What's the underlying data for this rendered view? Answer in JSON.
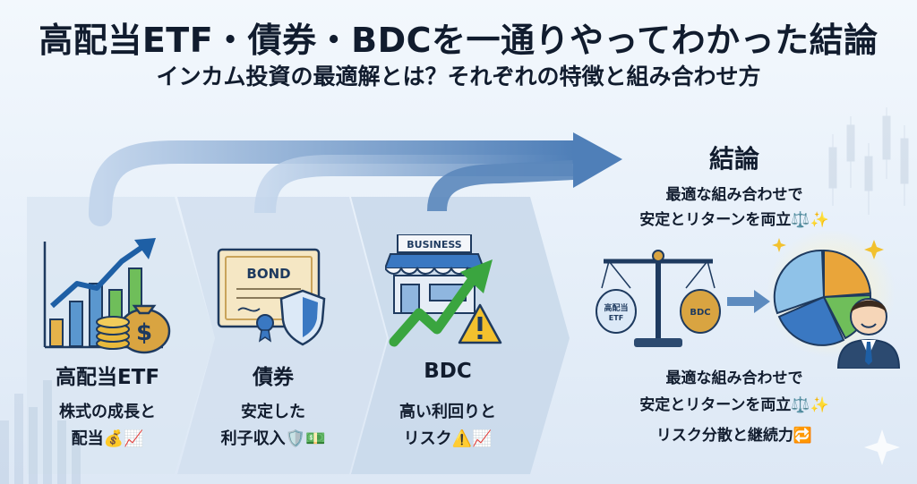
{
  "title": "高配当ETF・債券・BDCを一通りやってわかった結論",
  "subtitle": "インカム投資の最適解とは？それぞれの特徴と組み合わせ方",
  "columns": [
    {
      "title": "高配当ETF",
      "desc_line1": "株式の成長と",
      "desc_line2": "配当💰📈"
    },
    {
      "title": "債券",
      "desc_line1": "安定した",
      "desc_line2": "利子収入🛡️💵",
      "icon_label": "BOND"
    },
    {
      "title": "BDC",
      "desc_line1": "高い利回りと",
      "desc_line2": "リスク⚠️📈",
      "icon_label": "BUSINESS"
    }
  ],
  "conclusion": {
    "title": "結論",
    "top_line1": "最適な組み合わせで",
    "top_line2": "安定とリターンを両立⚖️✨",
    "scale_left_label_1": "高配当",
    "scale_left_label_2": "ETF",
    "scale_right_label": "BDC",
    "bottom_line1": "最適な組み合わせで",
    "bottom_line2": "安定とリターンを両立⚖️✨",
    "bottom_line3": "リスク分散と継続力🔁"
  },
  "colors": {
    "arrow": "#5d8bbf",
    "chevron": "#cfdcec",
    "green": "#3aa53f",
    "gold": "#d9a441",
    "navy": "#1e3a5f"
  }
}
